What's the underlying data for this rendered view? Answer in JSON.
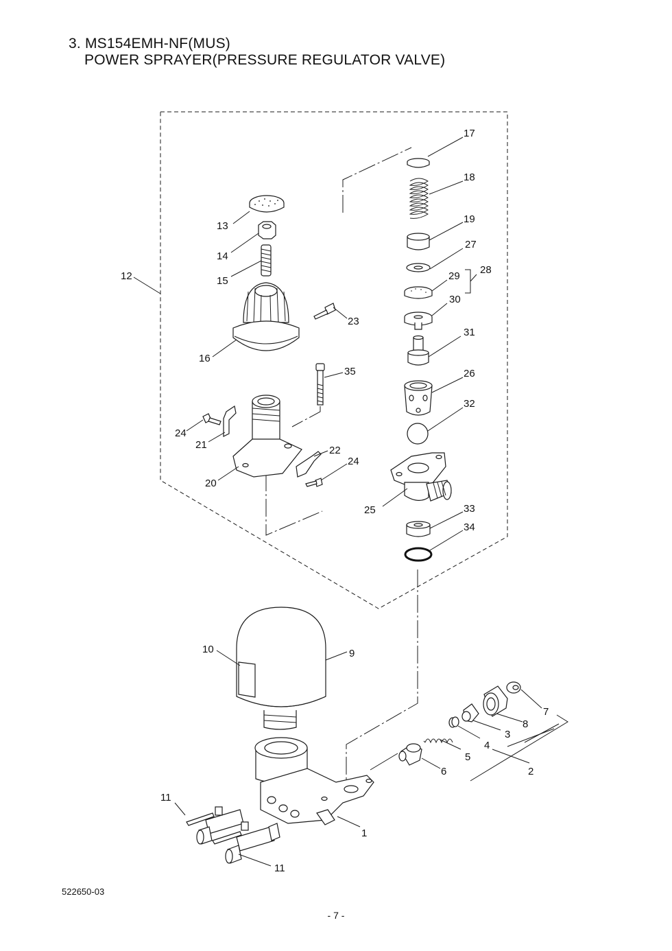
{
  "title": {
    "line1": "3. MS154EMH-NF(MUS)",
    "line2": "POWER SPRAYER(PRESSURE REGULATOR VALVE)"
  },
  "doc_code": "522650-03",
  "page_number": "- 7 -",
  "callouts": {
    "p1": "1",
    "p2": "2",
    "p3": "3",
    "p4": "4",
    "p5": "5",
    "p6": "6",
    "p7": "7",
    "p8": "8",
    "p9": "9",
    "p10": "10",
    "p11a": "11",
    "p11b": "11",
    "p12": "12",
    "p13": "13",
    "p14": "14",
    "p15": "15",
    "p16": "16",
    "p17": "17",
    "p18": "18",
    "p19": "19",
    "p20": "20",
    "p21": "21",
    "p22": "22",
    "p23": "23",
    "p24a": "24",
    "p24b": "24",
    "p25": "25",
    "p26": "26",
    "p27": "27",
    "p28": "28",
    "p29": "29",
    "p30": "30",
    "p31": "31",
    "p32": "32",
    "p33": "33",
    "p34": "34",
    "p35": "35"
  }
}
